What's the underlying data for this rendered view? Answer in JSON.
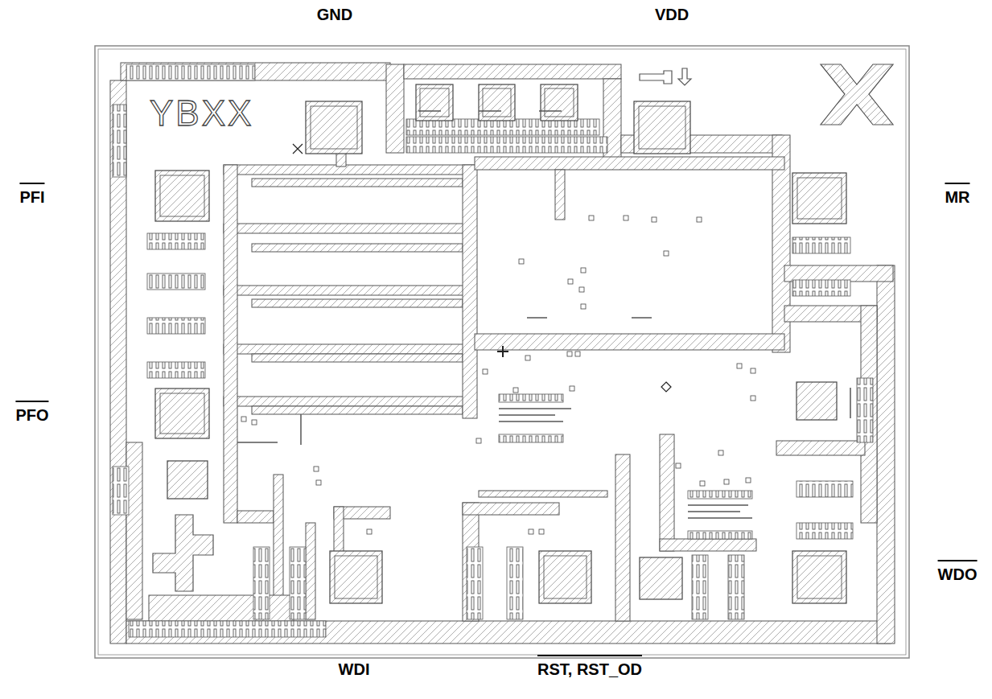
{
  "diagram": {
    "labels": [
      "GND",
      "VDD",
      "YBXX",
      "PFI",
      "MR",
      "PFO",
      "WDO",
      "WDI",
      "RST, RST_OD"
    ]
  }
}
